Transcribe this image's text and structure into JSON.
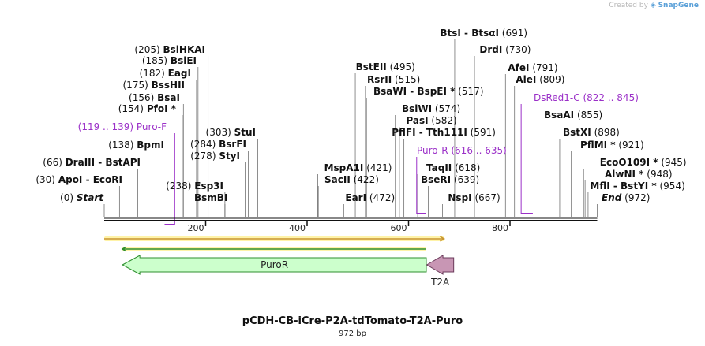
{
  "credit": {
    "prefix": "Created by",
    "brand": "SnapGene",
    "icon": "snapgene-logo-icon"
  },
  "title": "pCDH-CB-iCre-P2A-tdTomato-T2A-Puro",
  "length_label": "972 bp",
  "sequence_length": 972,
  "ticks": [
    {
      "pos": 200,
      "label": "200"
    },
    {
      "pos": 400,
      "label": "400"
    },
    {
      "pos": 600,
      "label": "600"
    },
    {
      "pos": 800,
      "label": "800"
    }
  ],
  "sites": [
    {
      "name": "Start",
      "pos_label": "(0)",
      "pos": 0,
      "style": "start",
      "star": false
    },
    {
      "name": "ApoI  -  EcoRI",
      "pos_label": "(30)",
      "pos": 30,
      "style": "bold",
      "star": false
    },
    {
      "name": "DraIII  -  BstAPI",
      "pos_label": "(66)",
      "pos": 66,
      "style": "bold",
      "star": false
    },
    {
      "name": "BpmI",
      "pos_label": "(138)",
      "pos": 138,
      "style": "bold",
      "star": false
    },
    {
      "name": "PfoI",
      "pos_label": "(154)",
      "pos": 154,
      "style": "bold",
      "star": true
    },
    {
      "name": "BsaI",
      "pos_label": "(156)",
      "pos": 156,
      "style": "bold",
      "star": false
    },
    {
      "name": "BssHII",
      "pos_label": "(175)",
      "pos": 175,
      "style": "bold",
      "star": false
    },
    {
      "name": "EagI",
      "pos_label": "(182)",
      "pos": 182,
      "style": "bold",
      "star": false
    },
    {
      "name": "BsiEI",
      "pos_label": "(185)",
      "pos": 185,
      "style": "bold",
      "star": false
    },
    {
      "name": "BsiHKAI",
      "pos_label": "(205)",
      "pos": 205,
      "style": "bold",
      "star": false
    },
    {
      "name": "Esp3I",
      "pos_label": "(238)",
      "pos": 238,
      "style": "bold",
      "star": false
    },
    {
      "name": "BsmBI",
      "pos_label": "",
      "pos": 238,
      "style": "bold",
      "star": false
    },
    {
      "name": "StyI",
      "pos_label": "(278)",
      "pos": 278,
      "style": "bold",
      "star": false
    },
    {
      "name": "BsrFI",
      "pos_label": "(284)",
      "pos": 284,
      "style": "bold",
      "star": false
    },
    {
      "name": "StuI",
      "pos_label": "(303)",
      "pos": 303,
      "style": "bold",
      "star": false
    },
    {
      "name": "MspA1I",
      "pos_label": "(421)",
      "pos": 421,
      "style": "bold",
      "star": false
    },
    {
      "name": "SacII",
      "pos_label": "(422)",
      "pos": 422,
      "style": "bold",
      "star": false
    },
    {
      "name": "EarI",
      "pos_label": "(472)",
      "pos": 472,
      "style": "bold",
      "star": false
    },
    {
      "name": "BstEII",
      "pos_label": "(495)",
      "pos": 495,
      "style": "bold",
      "star": false
    },
    {
      "name": "RsrII",
      "pos_label": "(515)",
      "pos": 515,
      "style": "bold",
      "star": false
    },
    {
      "name": "BsaWI  -  BspEI",
      "pos_label": "(517)",
      "pos": 517,
      "style": "bold",
      "star": true
    },
    {
      "name": "BsiWI",
      "pos_label": "(574)",
      "pos": 574,
      "style": "bold",
      "star": false
    },
    {
      "name": "PasI",
      "pos_label": "(582)",
      "pos": 582,
      "style": "bold",
      "star": false
    },
    {
      "name": "PflFI  -  Tth111I",
      "pos_label": "(591)",
      "pos": 591,
      "style": "bold",
      "star": false
    },
    {
      "name": "TaqII",
      "pos_label": "(618)",
      "pos": 618,
      "style": "bold",
      "star": false
    },
    {
      "name": "BseRI",
      "pos_label": "(639)",
      "pos": 639,
      "style": "bold",
      "star": false
    },
    {
      "name": "NspI",
      "pos_label": "(667)",
      "pos": 667,
      "style": "bold",
      "star": false
    },
    {
      "name": "BtsI  -  BtsαI",
      "pos_label": "(691)",
      "pos": 691,
      "style": "bold",
      "star": false
    },
    {
      "name": "DrdI",
      "pos_label": "(730)",
      "pos": 730,
      "style": "bold",
      "star": false
    },
    {
      "name": "AfeI",
      "pos_label": "(791)",
      "pos": 791,
      "style": "bold",
      "star": false
    },
    {
      "name": "AleI",
      "pos_label": "(809)",
      "pos": 809,
      "style": "bold",
      "star": false
    },
    {
      "name": "BsaAI",
      "pos_label": "(855)",
      "pos": 855,
      "style": "bold",
      "star": false
    },
    {
      "name": "BstXI",
      "pos_label": "(898)",
      "pos": 898,
      "style": "bold",
      "star": false
    },
    {
      "name": "PflMI",
      "pos_label": "(921)",
      "pos": 921,
      "style": "bold",
      "star": true
    },
    {
      "name": "EcoO109I",
      "pos_label": "(945)",
      "pos": 945,
      "style": "bold",
      "star": true
    },
    {
      "name": "AlwNI",
      "pos_label": "(948)",
      "pos": 948,
      "style": "bold",
      "star": true
    },
    {
      "name": "MflI  -  BstYI",
      "pos_label": "(954)",
      "pos": 954,
      "style": "bold",
      "star": true
    },
    {
      "name": "End",
      "pos_label": "(972)",
      "pos": 972,
      "style": "end",
      "star": false
    }
  ],
  "primers": [
    {
      "name": "Puro-F",
      "range": "(119 .. 139)",
      "start": 119,
      "end": 139,
      "direction": "forward"
    },
    {
      "name": "Puro-R",
      "range": "(616 .. 635)",
      "start": 616,
      "end": 635,
      "direction": "reverse"
    },
    {
      "name": "DsRed1-C",
      "range": "(822 .. 845)",
      "start": 822,
      "end": 845,
      "direction": "reverse"
    }
  ],
  "features": [
    {
      "name": "PuroR",
      "start": 36,
      "end": 635,
      "direction": "reverse",
      "fill": "#ccffcc",
      "stroke": "#2f8f2f"
    },
    {
      "name": "T2A",
      "start": 636,
      "end": 689,
      "direction": "reverse",
      "fill": "#c896b4",
      "stroke": "#6b3b5b"
    }
  ],
  "orfs": [
    {
      "start": 0,
      "end": 670,
      "direction": "forward",
      "color": "#c89632",
      "highlight": "#fff3a8"
    },
    {
      "start": 36,
      "end": 635,
      "direction": "reverse",
      "color": "#2f8f2f",
      "highlight": "#fff3a8"
    }
  ],
  "colors": {
    "primer": "#9b30c8",
    "backbone": "#111111"
  }
}
